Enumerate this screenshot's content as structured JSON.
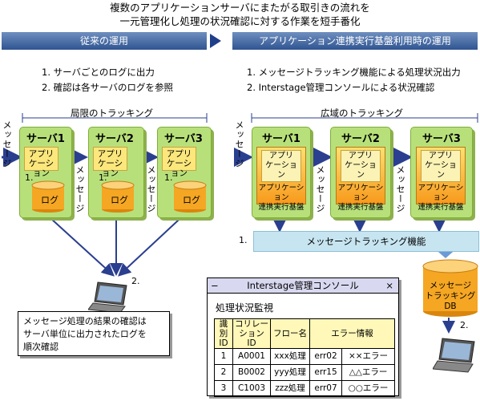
{
  "title": {
    "line1": "複数のアプリケーションサーバにまたがる取引きの流れを",
    "line2": "一元管理化し処理の状況確認に対する作業を短手番化"
  },
  "left": {
    "banner": "従来の運用",
    "items": [
      "1. サーバごとのログに出力",
      "2. 確認は各サーバのログを参照"
    ],
    "tracking_label": "局限のトラッキング",
    "message_vertical": "メッセージ",
    "servers": [
      {
        "name": "サーバ1",
        "app": "アプリケーション",
        "log": "ログ"
      },
      {
        "name": "サーバ2",
        "app": "アプリケーション",
        "log": "ログ"
      },
      {
        "name": "サーバ3",
        "app": "アプリケーション",
        "log": "ログ"
      }
    ],
    "app_l1": "アプリ",
    "app_l2": "ケーション",
    "step1": "1.",
    "step2": "2.",
    "note_line1": "メッセージ処理の結果の確認は",
    "note_line2": "サーバ単位に出力されたログを",
    "note_line3": "順次確認"
  },
  "right": {
    "banner": "アプリケーション連携実行基盤利用時の運用",
    "items": [
      "1. メッセージトラッキング機能による処理状況出力",
      "2. Interstage管理コンソールによる状況確認"
    ],
    "tracking_label": "広域のトラッキング",
    "message_vertical": "メッセージ",
    "servers": [
      {
        "name": "サーバ1"
      },
      {
        "name": "サーバ2"
      },
      {
        "name": "サーバ3"
      }
    ],
    "app_l1": "アプリ",
    "app_l2": "ケーション",
    "base_l1": "アプリケーション",
    "base_l2": "連携実行基盤",
    "tracking_bar": "メッセージトラッキング機能",
    "step1": "1.",
    "step2": "2.",
    "db_l1": "メッセージ",
    "db_l2": "トラッキングDB"
  },
  "console": {
    "title": "Interstage管理コンソール",
    "min_icon": "−",
    "close_icon": "×",
    "heading": "処理状況監視",
    "columns": [
      {
        "l1": "識別",
        "l2": "ID"
      },
      {
        "l1": "コリレー",
        "l2": "ションID"
      },
      {
        "l1": "フロー名",
        "l2": ""
      },
      {
        "l1": "エラー情報",
        "l2": ""
      }
    ],
    "rows": [
      {
        "id": "1",
        "corr": "A0001",
        "flow": "xxx処理",
        "code": "err02",
        "msg": "××エラー"
      },
      {
        "id": "2",
        "corr": "B0002",
        "flow": "yyy処理",
        "code": "err15",
        "msg": "△△エラー"
      },
      {
        "id": "3",
        "corr": "C1003",
        "flow": "zzz処理",
        "code": "err07",
        "msg": "○○エラー"
      }
    ]
  },
  "colors": {
    "banner": "#3d5f99",
    "server": "#b8e07a",
    "app_old": "#fbe77c",
    "app_new": "#f79a1c",
    "log": "#f5a623",
    "db": "#f5a623",
    "tracking_bar": "#c7e5f1",
    "arrow": "#2a3f8f"
  }
}
